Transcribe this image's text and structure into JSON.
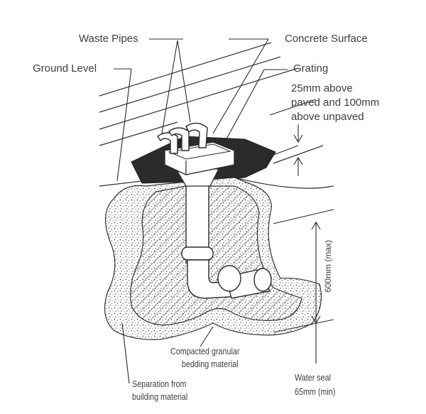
{
  "labels": {
    "waste_pipes": "Waste Pipes",
    "concrete_surface": "Concrete Surface",
    "ground_level": "Ground Level",
    "grating": "Grating",
    "height_line1": "25mm above",
    "height_line2": "paved and 100mm",
    "height_line3": "above unpaved",
    "depth": "600mm (max)",
    "compacted_line1": "Compacted granular",
    "compacted_line2": "bedding material",
    "separation_line1": "Separation from",
    "separation_line2": "building material",
    "water_seal_line1": "Water seal",
    "water_seal_line2": "65mm (min)"
  },
  "colors": {
    "line": "#2a2a2a",
    "concrete": "#2b2b2b",
    "fill_light": "#ffffff"
  }
}
